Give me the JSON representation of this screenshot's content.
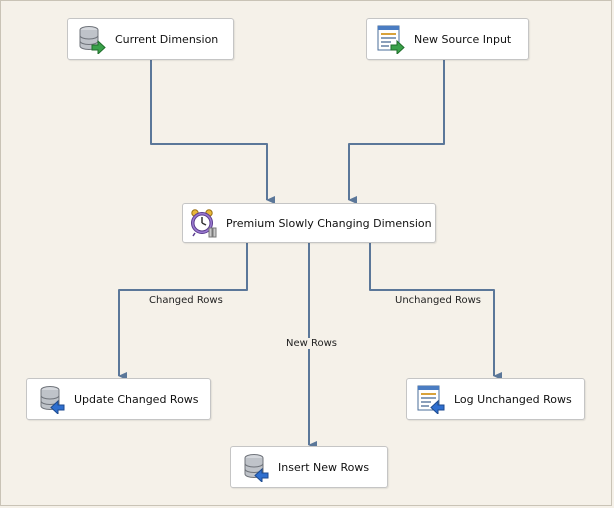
{
  "nodes": {
    "current_dimension": {
      "label": "Current Dimension",
      "icon": "database-source-icon"
    },
    "new_source_input": {
      "label": "New Source Input",
      "icon": "flat-file-source-icon"
    },
    "scd": {
      "label": "Premium Slowly Changing Dimension",
      "icon": "alarm-clock-icon"
    },
    "update_changed_rows": {
      "label": "Update Changed Rows",
      "icon": "database-destination-icon"
    },
    "log_unchanged_rows": {
      "label": "Log Unchanged Rows",
      "icon": "flat-file-destination-icon"
    },
    "insert_new_rows": {
      "label": "Insert New Rows",
      "icon": "database-destination-icon"
    }
  },
  "edges": {
    "changed_rows": "Changed Rows",
    "new_rows": "New Rows",
    "unchanged_rows": "Unchanged Rows"
  },
  "colors": {
    "background": "#f5f1e9",
    "connector": "#5b7799",
    "source_arrow": "#3aa14a",
    "destination_arrow": "#2f6fcf"
  }
}
